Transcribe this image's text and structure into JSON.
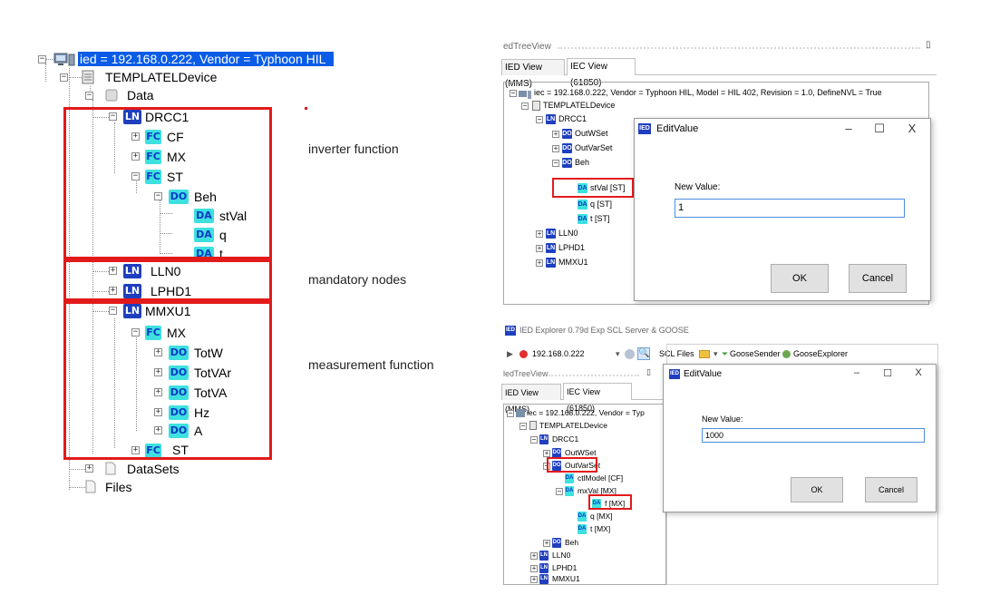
{
  "left_tree": {
    "root": "ied = 192.168.0.222, Vendor = Typhoon HIL",
    "device": "TEMPLATELDevice",
    "data": "Data",
    "ln_badge": "LN",
    "fc_badge": "FC",
    "do_badge": "DO",
    "da_badge": "DA",
    "drcc1": "DRCC1",
    "cf": "CF",
    "mx": "MX",
    "st": "ST",
    "beh": "Beh",
    "stval": "stVal",
    "q": "q",
    "t": "t",
    "lln0": "LLN0",
    "lphd1": "LPHD1",
    "mmxu1": "MMXU1",
    "mmxu_mx": "MX",
    "totw": "TotW",
    "totvar": "TotVAr",
    "totva": "TotVA",
    "hz": "Hz",
    "a": "A",
    "mmxu_st": "ST",
    "datasets": "DataSets",
    "files": "Files"
  },
  "annotations": {
    "inverter": "inverter function",
    "mandatory": "mandatory nodes",
    "measurement": "measurement function"
  },
  "shot1": {
    "panel_title": "edTreeView",
    "tab_mms": "IED View (MMS)",
    "tab_iec": "IEC View (61850)",
    "root": "iec = 192.168.0.222, Vendor = Typhoon HIL, Model = HIL 402, Revision = 1.0, DefineNVL = True",
    "device": "TEMPLATELDevice",
    "drcc1": "DRCC1",
    "outwset": "OutWSet",
    "outvarset": "OutVarSet",
    "beh": "Beh",
    "stval": "stVal [ST]",
    "q": "q [ST]",
    "t": "t [ST]",
    "lln0": "LLN0",
    "lphd1": "LPHD1",
    "mmxu1": "MMXU1",
    "dialog_title": "EditValue",
    "dialog_icon": "IED",
    "new_value_label": "New Value:",
    "new_value": "1",
    "ok": "OK",
    "cancel": "Cancel",
    "minimize": "–",
    "maximize": "☐",
    "close": "X"
  },
  "shot2": {
    "app_title": "IED Explorer 0.79d Exp SCL Server & GOOSE",
    "ip": "192.168.0.222",
    "scl_files": "SCL Files",
    "goose_sender": "GooseSender",
    "goose_explorer": "GooseExplorer",
    "panel_title": "ledTreeView",
    "tab_mms": "IED View (MMS)",
    "tab_iec": "IEC View (61850)",
    "root": "iec = 192.168.0.222, Vendor = Typ",
    "device": "TEMPLATELDevice",
    "drcc1": "DRCC1",
    "outwset": "OutWSet",
    "outvarset": "OutVarSet",
    "ctlmodel": "ctlModel [CF]",
    "mxval": "mxVal [MX]",
    "f": "f [MX]",
    "q": "q [MX]",
    "t": "t [MX]",
    "beh": "Beh",
    "lln0": "LLN0",
    "lphd1": "LPHD1",
    "mmxu1": "MMXU1",
    "dialog_title": "EditValue",
    "dialog_icon": "IED",
    "new_value_label": "New Value:",
    "new_value": "1000",
    "ok": "OK",
    "cancel": "Cancel",
    "minimize": "–",
    "maximize": "☐",
    "close": "X"
  },
  "colors": {
    "highlight_red": "#e31a1a",
    "ln_badge": "#1f3fbf",
    "fc_badge": "#3ee0e0",
    "selection": "#0a5ce6"
  }
}
